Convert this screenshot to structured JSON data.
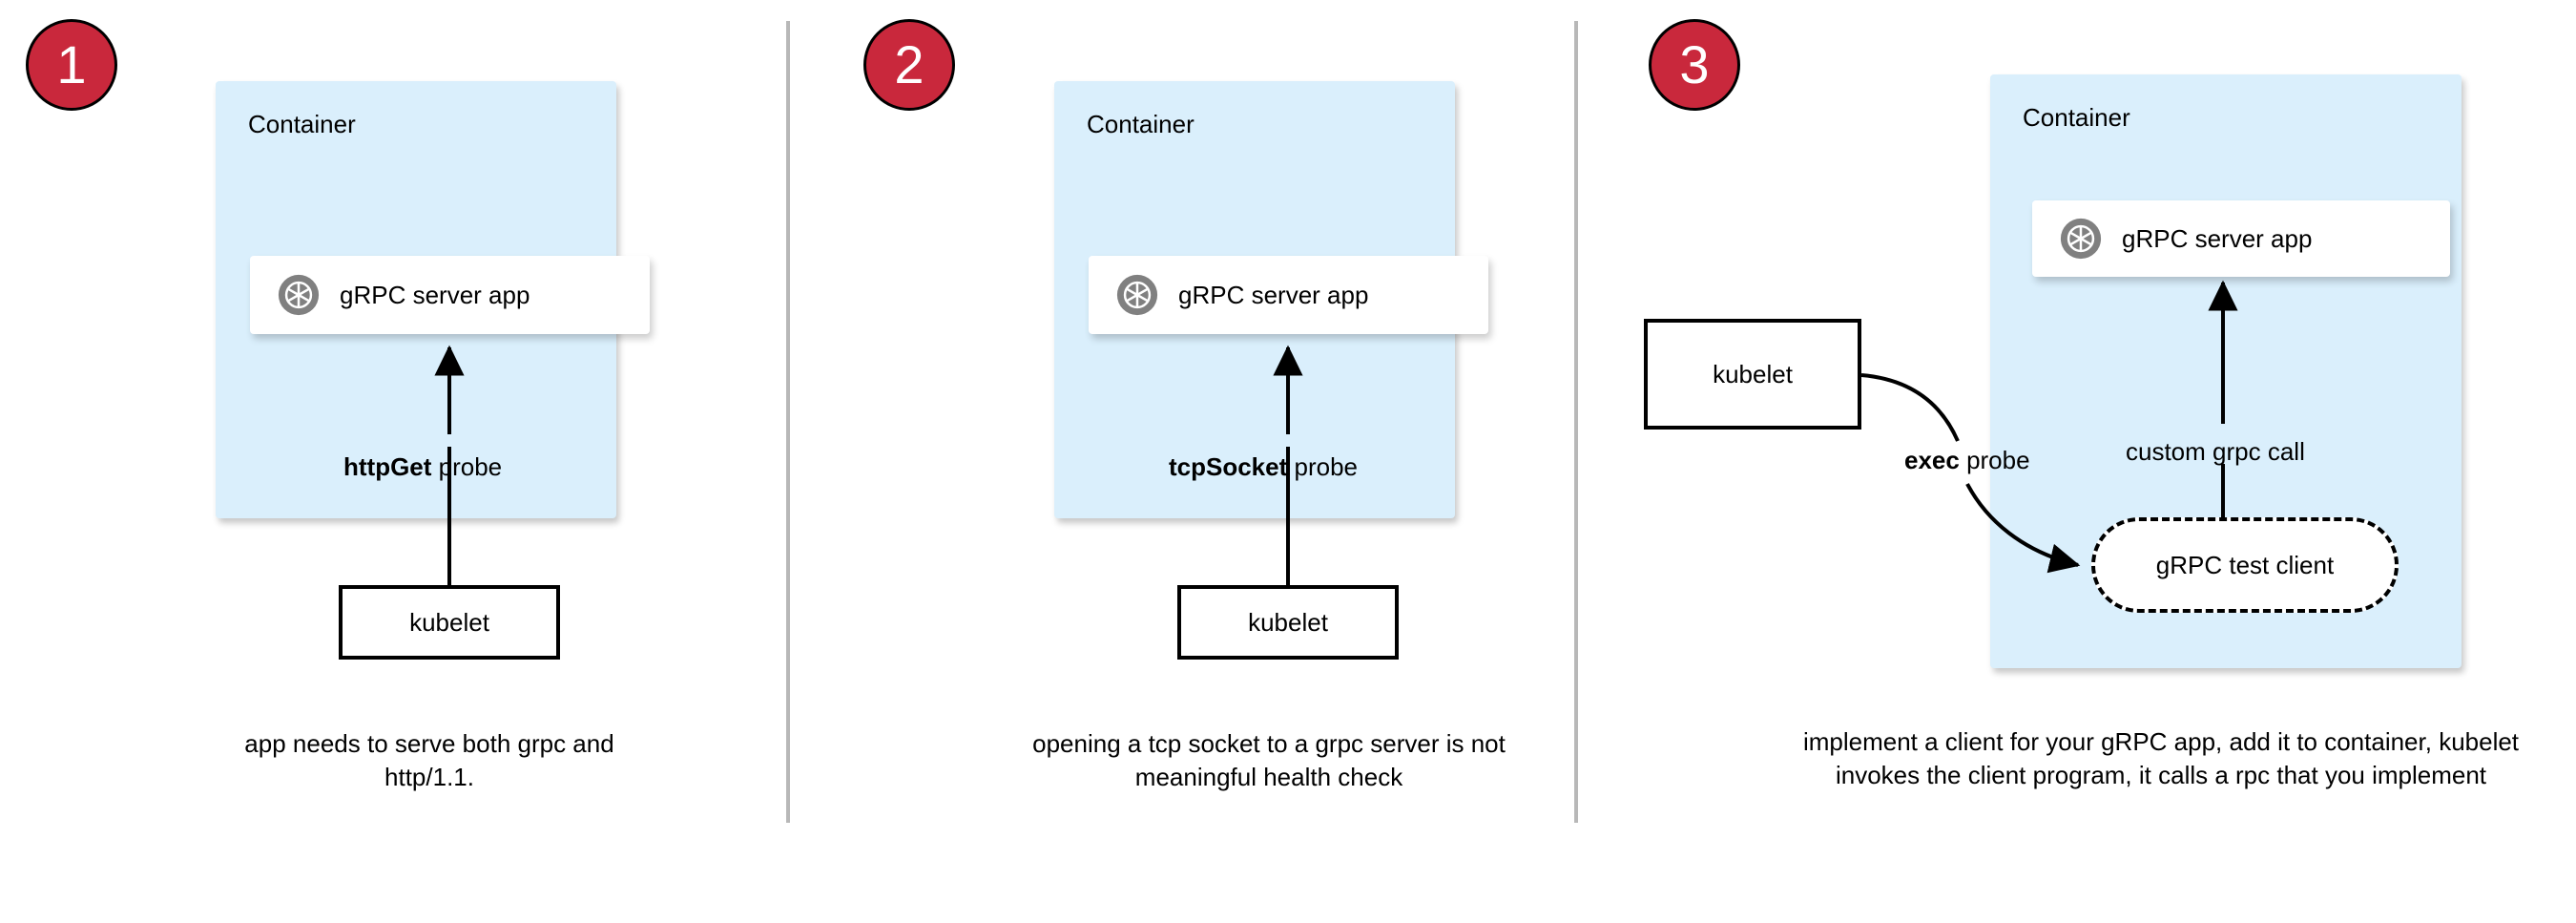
{
  "diagram": {
    "title": "gRPC health probe options",
    "colors": {
      "badge_red": "#c9283c",
      "container_blue": "#daeffc",
      "card_white": "#ffffff",
      "stroke_black": "#000000",
      "divider_gray": "#b8b8b8",
      "grpc_icon_gray": "#808080"
    },
    "panels": [
      {
        "step": "1",
        "container_label": "Container",
        "app_label": "gRPC server app",
        "app_icon": "grpc-logo-icon",
        "probe_label_bold": "httpGet",
        "probe_label_rest": " probe",
        "actor_label": "kubelet",
        "caption": "app needs to serve both grpc and http/1.1."
      },
      {
        "step": "2",
        "container_label": "Container",
        "app_label": "gRPC server app",
        "app_icon": "grpc-logo-icon",
        "probe_label_bold": "tcpSocket",
        "probe_label_rest": " probe",
        "actor_label": "kubelet",
        "caption": "opening a tcp socket to a grpc server is not meaningful health check"
      },
      {
        "step": "3",
        "container_label": "Container",
        "app_label": "gRPC server app",
        "app_icon": "grpc-logo-icon",
        "probe_label_bold": "exec",
        "probe_label_rest": " probe",
        "actor_label": "kubelet",
        "test_client_label": "gRPC test client",
        "internal_call_label": "custom grpc call",
        "caption": "implement a client for your gRPC app, add it to container, kubelet invokes the client program, it calls a rpc that you implement"
      }
    ]
  }
}
